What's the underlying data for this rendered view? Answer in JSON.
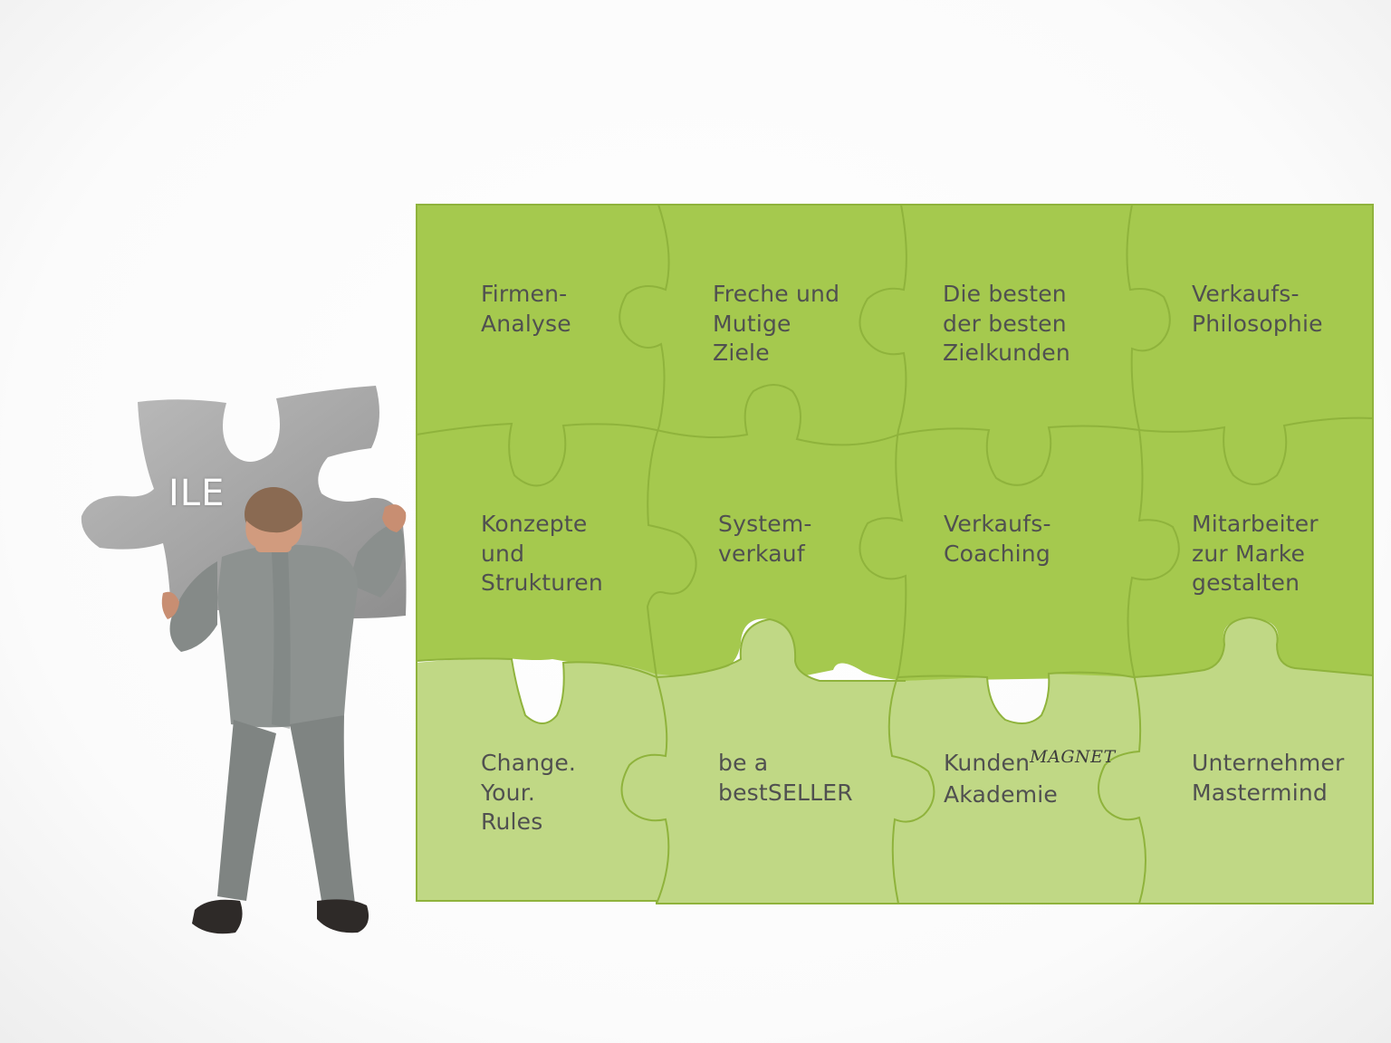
{
  "colors": {
    "dark_green": "#a5c94e",
    "light_green": "#c0d885",
    "piece_line": "#8fb33c",
    "grey_piece": "#a6a6a6",
    "label_text": "#505050"
  },
  "held_piece": {
    "label": "ILE",
    "icon": "grey-puzzle-piece"
  },
  "figure": {
    "icon": "businessman-figure"
  },
  "tiles": [
    {
      "text": "Firmen-\nAnalyse"
    },
    {
      "text": "Freche und\nMutige\nZiele"
    },
    {
      "text": "Die besten\nder besten\nZielkunden"
    },
    {
      "text": "Verkaufs-\nPhilosophie"
    },
    {
      "text": "Konzepte\nund\nStrukturen"
    },
    {
      "text": "System-\nverkauf"
    },
    {
      "text": "Verkaufs-\nCoaching"
    },
    {
      "text": "Mitarbeiter\nzur Marke\ngestalten"
    },
    {
      "text": "Change.\nYour.\nRules"
    },
    {
      "text": "be a\nbestSELLER"
    },
    {
      "text_prefix": "Kunden",
      "text_magnet": "MAGNET",
      "text_line2": "Akademie"
    },
    {
      "text": "Unternehmer\nMastermind"
    }
  ]
}
